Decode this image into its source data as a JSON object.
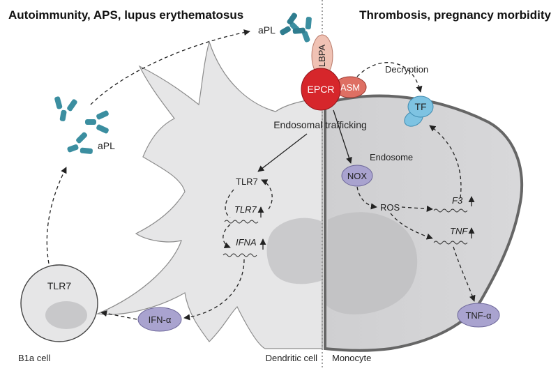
{
  "headers": {
    "left": "Autoimmunity, APS, lupus erythematosus",
    "right": "Thrombosis, pregnancy morbidity"
  },
  "receptors": {
    "lbpa": "LBPA",
    "epcr": "EPCR",
    "asm": "ASM"
  },
  "labels": {
    "apl_top": "aPL",
    "apl_left": "aPL",
    "decryption": "Decryption",
    "tf": "TF",
    "endosomal_trafficking": "Endosomal trafficking",
    "endosome": "Endosome",
    "nox": "NOX",
    "ros": "ROS",
    "tnf_alpha": "TNF-α",
    "ifn_alpha": "IFN-α"
  },
  "genes": {
    "tlr7_protein": "TLR7",
    "tlr7_gene": "TLR7",
    "ifna": "IFNA",
    "f3": "F3",
    "tnf": "TNF"
  },
  "cells": {
    "b1a_tlr7": "TLR7",
    "b1a_name": "B1a cell",
    "dendritic_name": "Dendritic cell",
    "monocyte_name": "Monocyte"
  },
  "colors": {
    "cell_fill": "#e6e6e7",
    "cell_stroke": "#8c8c8c",
    "monocyte_fill": "#d2d2d4",
    "monocyte_stroke": "#666666",
    "nucleus": "#c4c4c6",
    "antibody": "#3b8ea0",
    "antibody_dark": "#2c6f80",
    "epcr": "#d6262b",
    "asm": "#de6f63",
    "lbpa": "#f0c2b4",
    "tf": "#7ec3e2",
    "purple": "#a9a3cf",
    "purple_stroke": "#6c6699"
  }
}
